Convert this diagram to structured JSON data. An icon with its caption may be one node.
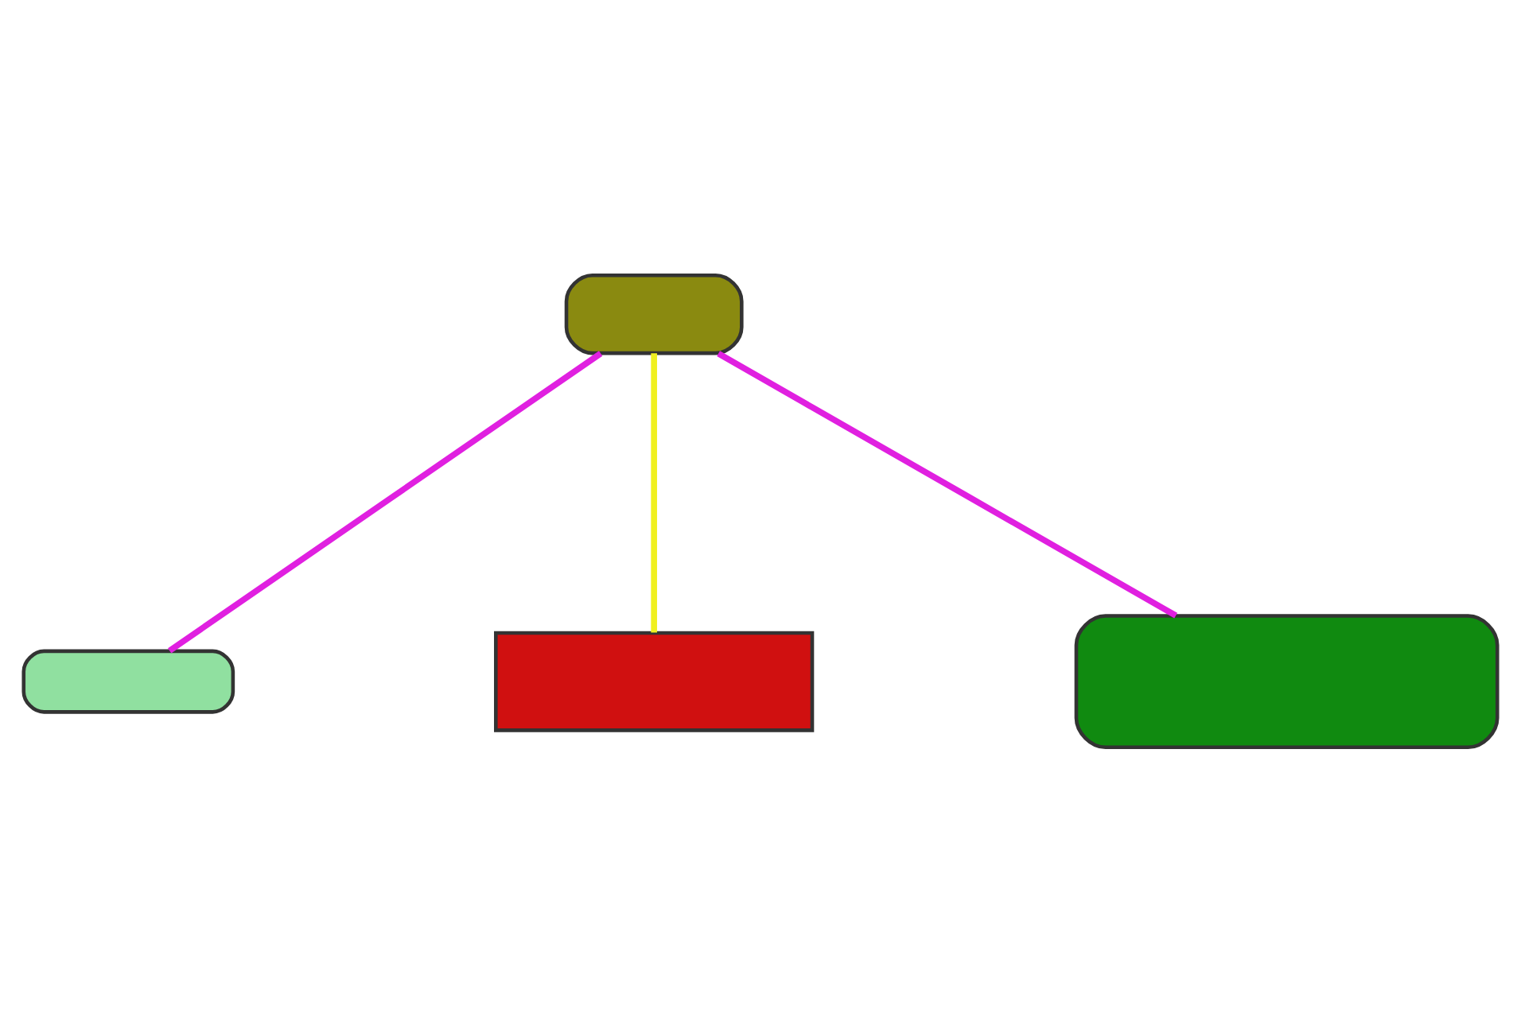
{
  "diagram": {
    "nodes": [
      {
        "text": [],
        "shape": "box"
      },
      {
        "text": [],
        "shape": "box"
      },
      {
        "text": [],
        "shape": "box"
      },
      {
        "text": [],
        "shape": "box"
      }
    ],
    "edges": [
      {
        "from": 0,
        "to": 1,
        "arrow": "none",
        "color": "#e020e0"
      },
      {
        "from": 2,
        "to": 1,
        "arrow": "none",
        "color": "#f0f020"
      },
      {
        "from": 3,
        "to": 1,
        "arrow": "none",
        "color": "#e020e0"
      }
    ]
  }
}
